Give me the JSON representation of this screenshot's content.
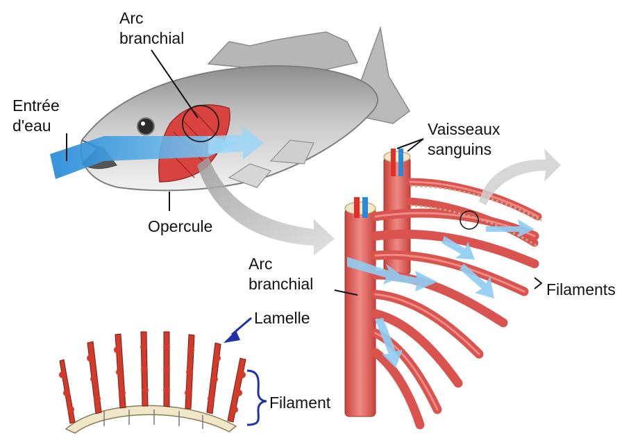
{
  "labels": {
    "arc_top": [
      "Arc",
      "branchial"
    ],
    "water_inlet": [
      "Entrée",
      "d'eau"
    ],
    "operculum": "Opercule",
    "blood_vessels": [
      "Vaisseaux",
      "sanguins"
    ],
    "arc_middle": [
      "Arc",
      "branchial"
    ],
    "filaments": "Filaments",
    "lamella": "Lamelle",
    "filament": "Filament"
  },
  "colors": {
    "gill_red": "#d9433f",
    "water_blue": "#3c9fe3",
    "arrow_gray": "#c6c6c6",
    "vessel_red": "#e0302a",
    "vessel_blue": "#2b8ad8",
    "pointer_blue": "#2230a8",
    "cartilage": "#efe7c8"
  }
}
